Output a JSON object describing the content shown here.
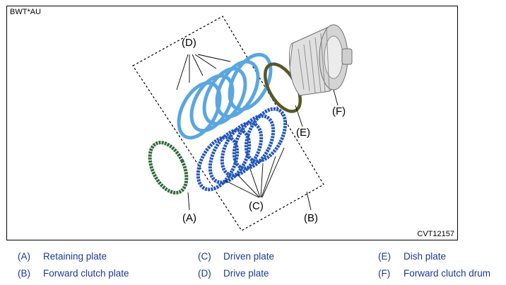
{
  "figure": {
    "code_top": "BWT*AU",
    "code_bottom": "CVT12157",
    "callouts": {
      "a": "(A)",
      "b": "(B)",
      "c": "(C)",
      "d": "(D)",
      "e": "(E)",
      "f": "(F)"
    },
    "colors": {
      "retaining_plate": "#2e6b3a",
      "drive_plate": "#5aa6e0",
      "driven_plate": "#2457b8",
      "dish_plate": "#55582a",
      "drum": "#c8c8c8",
      "legend_text": "#1a3a8f"
    }
  },
  "legend": [
    {
      "key": "(A)",
      "label": "Retaining plate"
    },
    {
      "key": "(B)",
      "label": "Forward clutch plate"
    },
    {
      "key": "(C)",
      "label": "Driven plate"
    },
    {
      "key": "(D)",
      "label": "Drive plate"
    },
    {
      "key": "(E)",
      "label": "Dish plate"
    },
    {
      "key": "(F)",
      "label": "Forward clutch drum"
    }
  ]
}
